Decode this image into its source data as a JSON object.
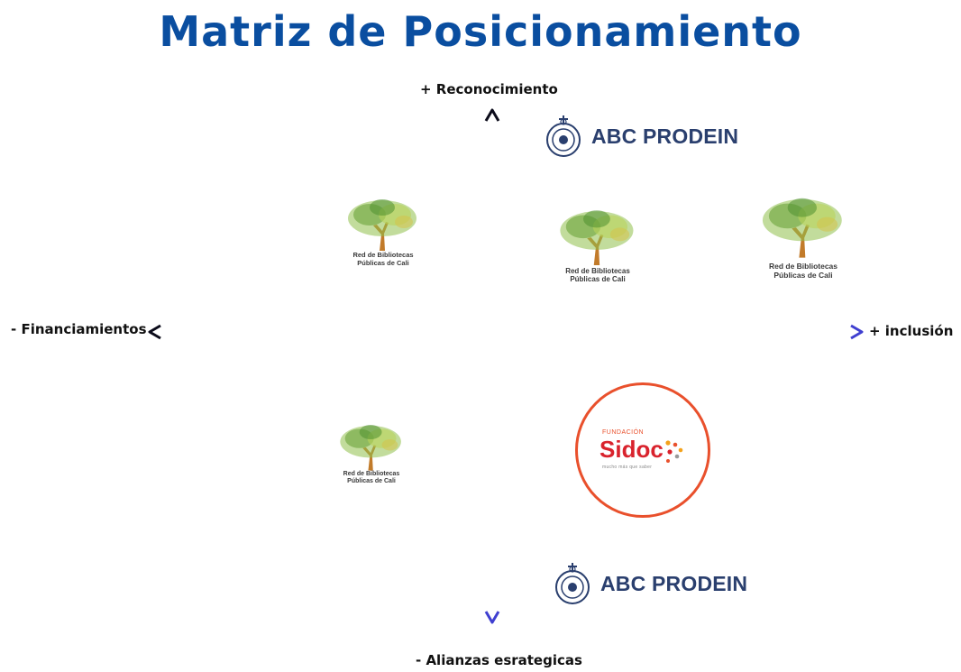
{
  "title": "Matriz de Posicionamiento",
  "axes": {
    "top": "+ Reconocimiento",
    "bottom": "- Alianzas esrategicas",
    "left": "- Financiamientos",
    "right": "+ inclusión"
  },
  "colors": {
    "title": "#0a4ea0",
    "axis_dark": "#0b0b1a",
    "axis_blue": "#3f3fd0",
    "abc_text": "#2a3f6e",
    "sidoc_ring": "#e9502c",
    "sidoc_text": "#d9232d"
  },
  "logos": {
    "red_bibliotecas": {
      "line1": "Red de Bibliotecas",
      "line2": "Públicas de Cali"
    },
    "abc_prodein": {
      "text": "ABC PRODEIN"
    },
    "sidoc": {
      "small": "FUNDACIÓN",
      "name": "Sidoc",
      "tagline": "mucho más que saber"
    }
  }
}
